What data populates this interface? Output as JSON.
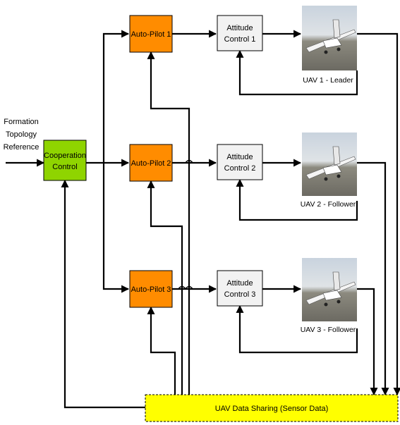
{
  "input_label": [
    "Formation",
    "Topology",
    "Reference"
  ],
  "cooperation": {
    "lines": [
      "Cooperation",
      "Control"
    ],
    "fill": "#8fd400"
  },
  "autopilot_fill": "#ff8c00",
  "attitude_fill": "#f2f2f2",
  "sharing_fill": "#ffff00",
  "autopilots": [
    "Auto-Pilot 1",
    "Auto-Pilot 2",
    "Auto-Pilot 3"
  ],
  "attitudes": [
    [
      "Attitude",
      "Control 1"
    ],
    [
      "Attitude",
      "Control 2"
    ],
    [
      "Attitude",
      "Control 3"
    ]
  ],
  "uavs": [
    {
      "label": "UAV 1 - Leader",
      "photo": "uav-aircraft-photo"
    },
    {
      "label": "UAV 2 - Follower",
      "photo": "uav-aircraft-photo"
    },
    {
      "label": "UAV 3 - Follower",
      "photo": "uav-aircraft-photo"
    }
  ],
  "data_sharing_label": "UAV Data Sharing (Sensor Data)"
}
